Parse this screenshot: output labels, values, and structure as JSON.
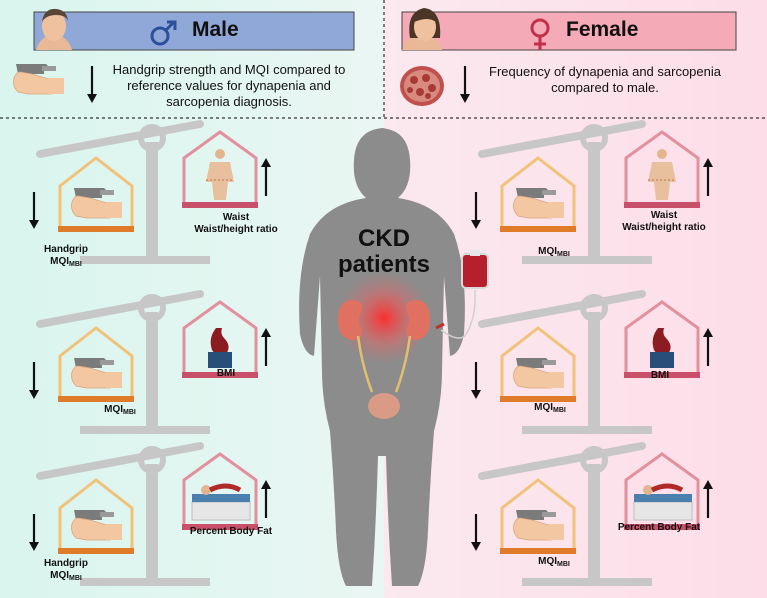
{
  "header": {
    "male_title": "Male",
    "female_title": "Female",
    "male_desc_lines": [
      "Handgrip strength and MQI  compared to",
      "reference values for dynapenia and",
      "sarcopenia diagnosis."
    ],
    "female_desc_lines": [
      "Frequency of dynapenia  and sarcopenia",
      "compared to male."
    ]
  },
  "center": {
    "line1": "CKD",
    "line2": "patients"
  },
  "male": {
    "row1": {
      "left_line1": "Handgrip",
      "left_line2_main": "MQI",
      "left_line2_sub": "MBI",
      "right_line1": "Waist",
      "right_line2": "Waist/height ratio"
    },
    "row2": {
      "left_main": "MQI",
      "left_sub": "MBI",
      "right": "BMI"
    },
    "row3": {
      "left_line1": "Handgrip",
      "left_line2_main": "MQI",
      "left_line2_sub": "MBI",
      "right": "Percent Body Fat"
    }
  },
  "female": {
    "row1": {
      "left_main": "MQI",
      "left_sub": "MBI",
      "right_line1": "Waist",
      "right_line2": "Waist/height ratio"
    },
    "row2": {
      "left_main": "MQI",
      "left_sub": "MBI",
      "right": "BMI"
    },
    "row3": {
      "left_main": "MQI",
      "left_sub": "MBI",
      "right": "Percent Body Fat"
    }
  },
  "icons": [
    "male-symbol-icon",
    "female-symbol-icon",
    "male-avatar-icon",
    "female-avatar-icon",
    "handgrip-dynamometer-icon",
    "muscle-tissue-icon",
    "body-silhouette-icon",
    "stomach-icon",
    "body-scan-icon",
    "kidney-icon",
    "blood-bag-icon",
    "balance-scale-icon",
    "arrow-up-icon",
    "arrow-down-icon"
  ],
  "colors": {
    "male_bg": "#dff6f1",
    "female_bg": "#fde3ee",
    "male_header": "#8fa8d8",
    "female_header": "#f4aab7",
    "orange_pan": "#e89a3c",
    "red_pan": "#d86a7c",
    "figure_gray": "#8c8c8c",
    "scale_gray": "#c7c7c7"
  }
}
